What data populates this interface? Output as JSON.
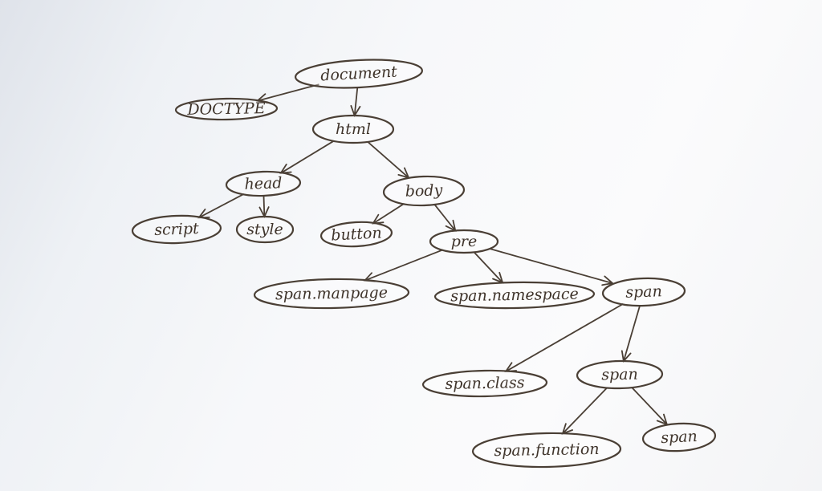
{
  "diagram": {
    "nodes": [
      {
        "id": "document",
        "label": "document"
      },
      {
        "id": "doctype",
        "label": "DOCTYPE"
      },
      {
        "id": "html",
        "label": "html"
      },
      {
        "id": "head",
        "label": "head"
      },
      {
        "id": "body",
        "label": "body"
      },
      {
        "id": "script",
        "label": "script"
      },
      {
        "id": "style",
        "label": "style"
      },
      {
        "id": "button",
        "label": "button"
      },
      {
        "id": "pre",
        "label": "pre"
      },
      {
        "id": "span_manpage",
        "label": "span.manpage"
      },
      {
        "id": "span_namespace",
        "label": "span.namespace"
      },
      {
        "id": "span_1",
        "label": "span"
      },
      {
        "id": "span_class",
        "label": "span.class"
      },
      {
        "id": "span_2",
        "label": "span"
      },
      {
        "id": "span_function",
        "label": "span.function"
      },
      {
        "id": "span_3",
        "label": "span"
      }
    ],
    "edges": [
      {
        "from": "document",
        "to": "doctype"
      },
      {
        "from": "document",
        "to": "html"
      },
      {
        "from": "html",
        "to": "head"
      },
      {
        "from": "html",
        "to": "body"
      },
      {
        "from": "head",
        "to": "script"
      },
      {
        "from": "head",
        "to": "style"
      },
      {
        "from": "body",
        "to": "button"
      },
      {
        "from": "body",
        "to": "pre"
      },
      {
        "from": "pre",
        "to": "span_manpage"
      },
      {
        "from": "pre",
        "to": "span_namespace"
      },
      {
        "from": "pre",
        "to": "span_1"
      },
      {
        "from": "span_1",
        "to": "span_class"
      },
      {
        "from": "span_1",
        "to": "span_2"
      },
      {
        "from": "span_2",
        "to": "span_function"
      },
      {
        "from": "span_2",
        "to": "span_3"
      }
    ]
  }
}
